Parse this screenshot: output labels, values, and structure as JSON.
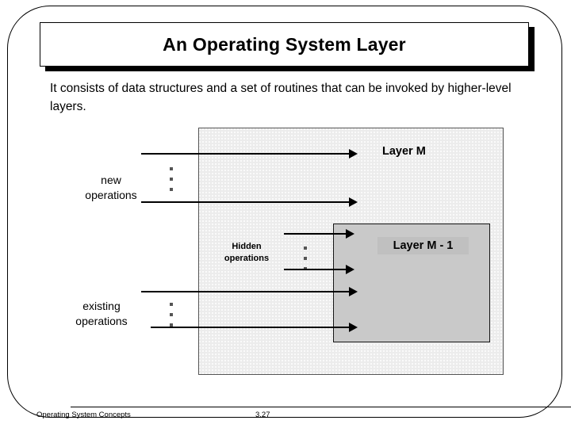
{
  "slide": {
    "title": "An Operating System Layer",
    "body": "It consists of data structures and a set of routines that can be invoked by higher-level layers."
  },
  "diagram": {
    "layer_m_label": "Layer M",
    "layer_m_minus_1_label": "Layer M - 1",
    "new_operations_label": "new\noperations",
    "new_operations_line1": "new",
    "new_operations_line2": "operations",
    "hidden_operations_line1": "Hidden",
    "hidden_operations_line2": "operations",
    "existing_operations_line1": "existing",
    "existing_operations_line2": "operations",
    "ellipsis_glyph": "⋮",
    "outer_box_fill": "#ececec",
    "inner_box_fill": "#c9c9c9",
    "layer_m1_band_fill": "#c0c0c0",
    "arrow_color": "#000000",
    "arrows": [
      {
        "name": "new-operations-arrow-1"
      },
      {
        "name": "new-operations-arrow-2"
      },
      {
        "name": "hidden-operations-arrow-1"
      },
      {
        "name": "hidden-operations-arrow-2"
      },
      {
        "name": "existing-operations-arrow-1"
      },
      {
        "name": "existing-operations-arrow-2"
      }
    ]
  },
  "footer": {
    "source": "Operating System Concepts",
    "page_number": "3.27"
  }
}
